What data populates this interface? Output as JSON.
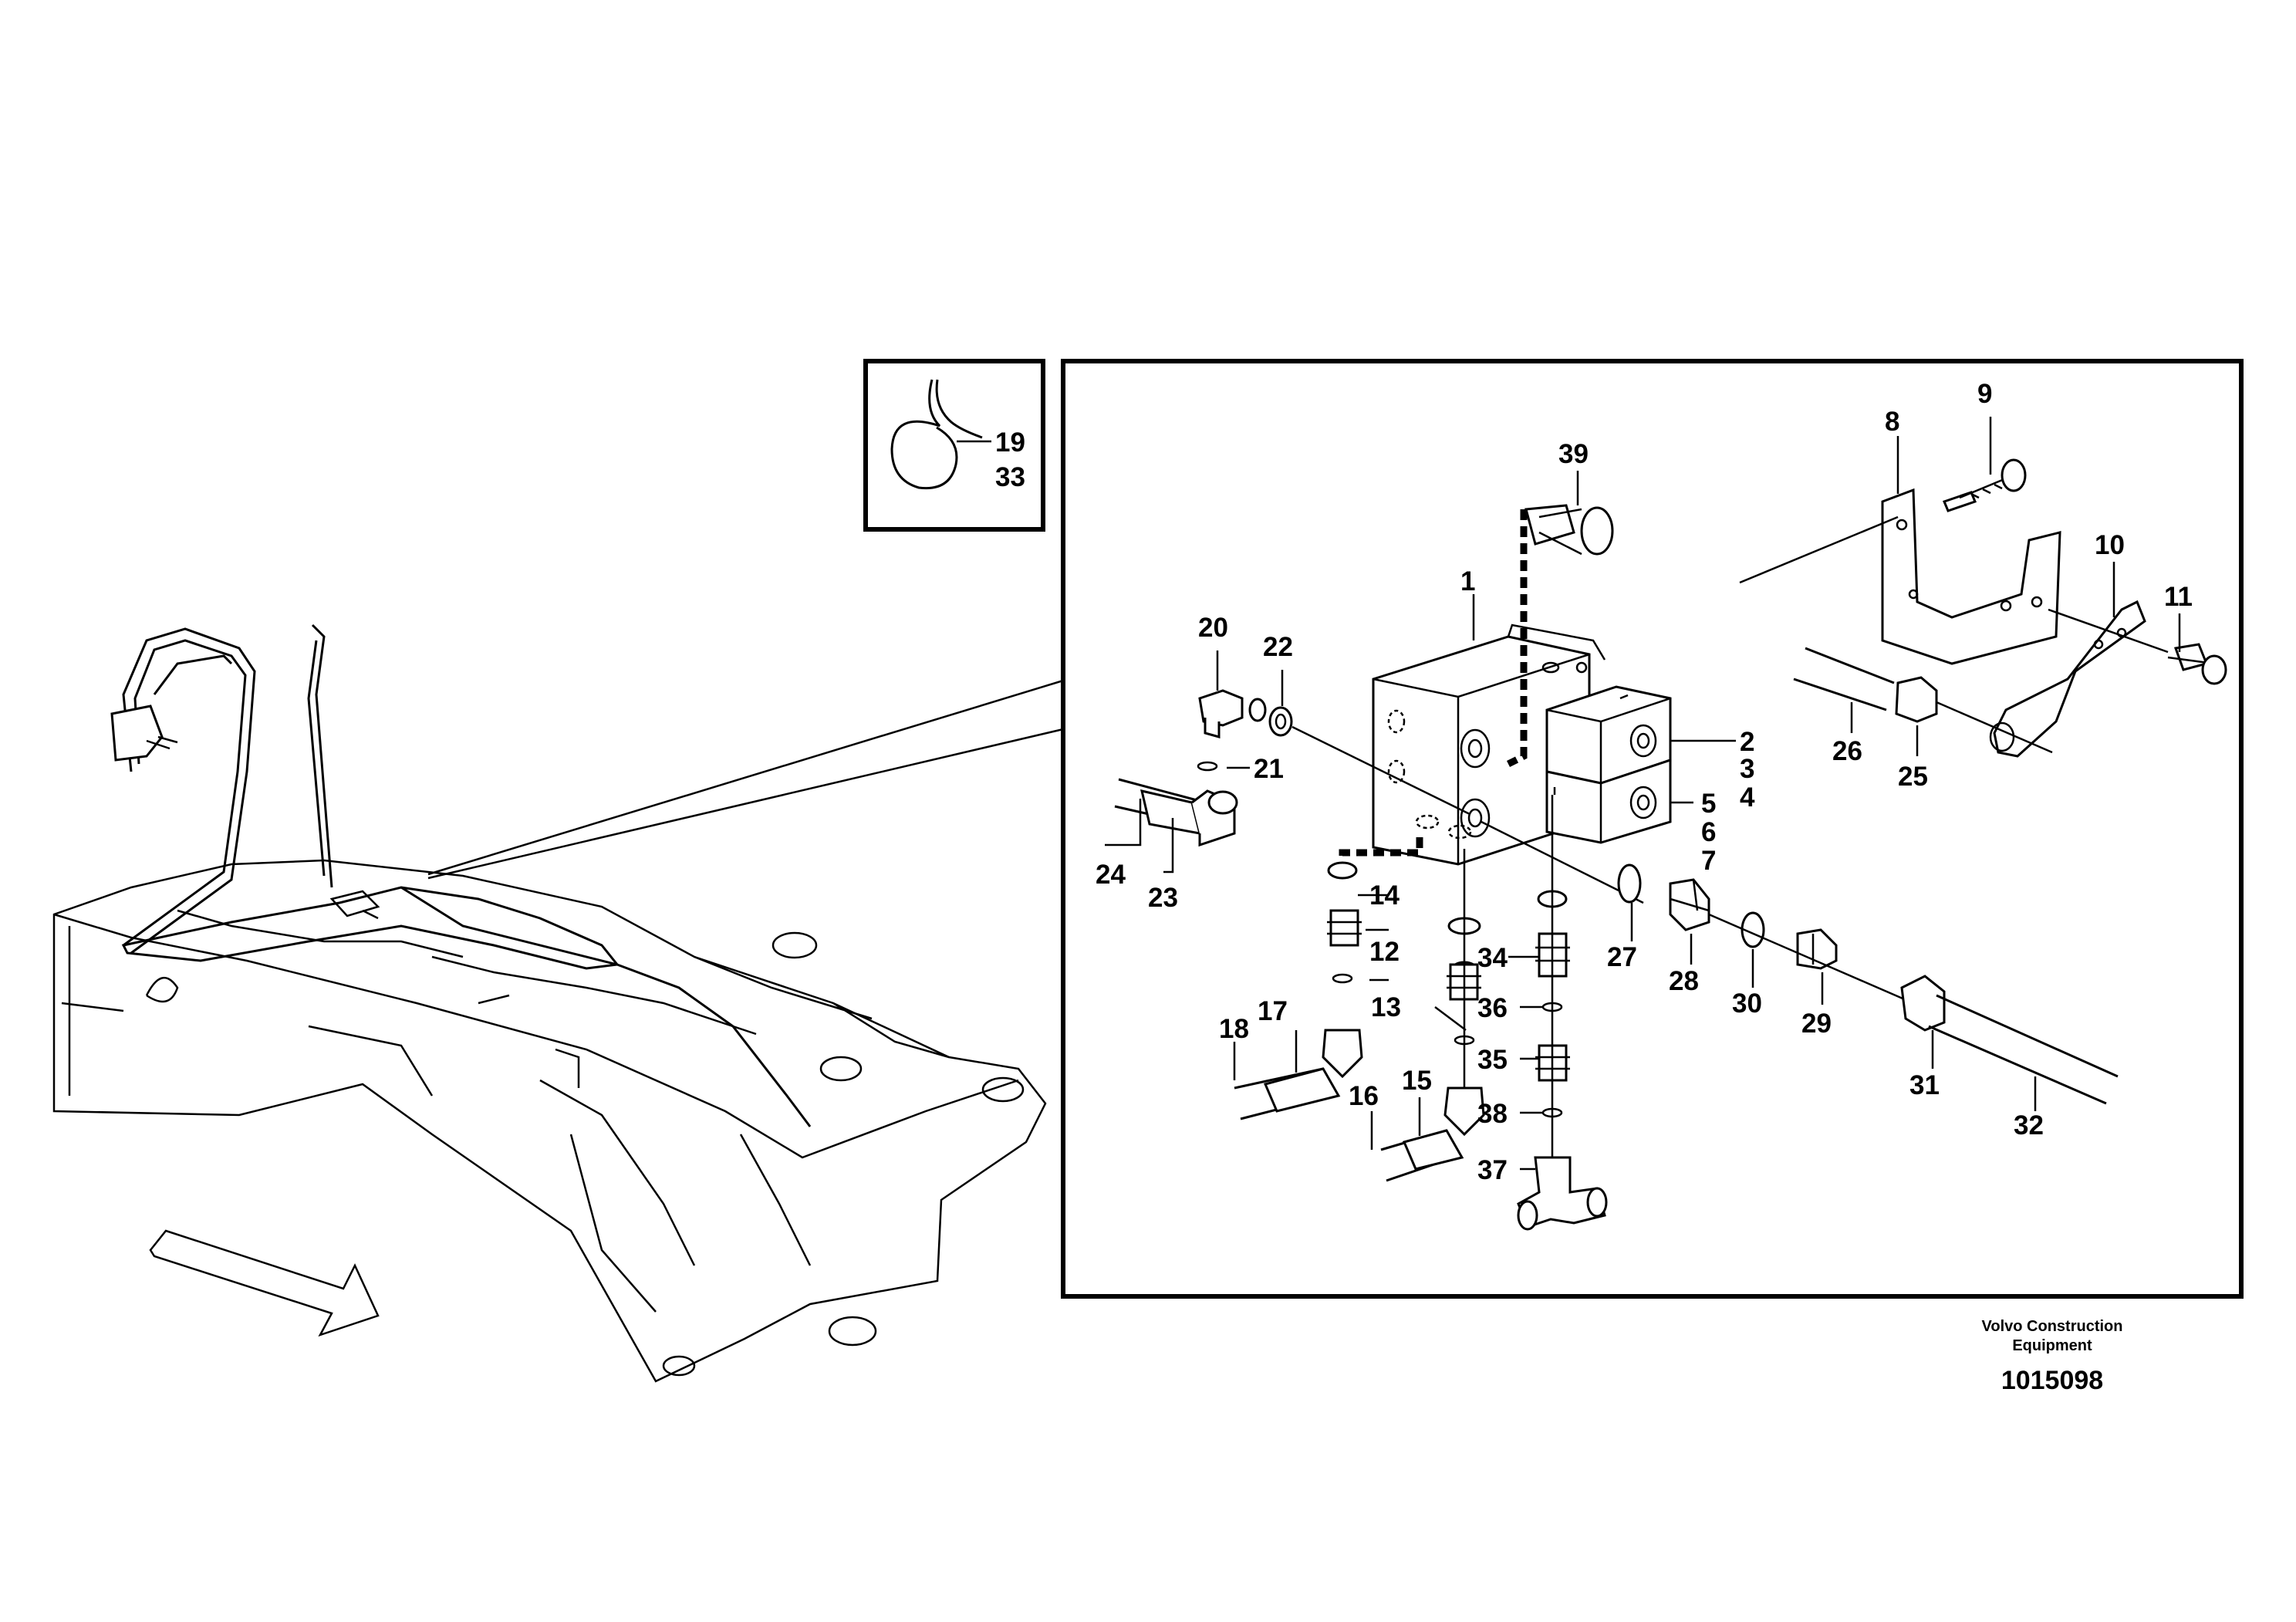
{
  "diagram": {
    "inset_labels": [
      "19",
      "33"
    ],
    "detail_labels": [
      "39",
      "1",
      "20",
      "22",
      "21",
      "24",
      "23",
      "14",
      "12",
      "13",
      "18",
      "17",
      "16",
      "15",
      "34",
      "36",
      "35",
      "38",
      "37",
      "2",
      "3",
      "4",
      "5",
      "6",
      "7",
      "27",
      "28",
      "30",
      "29",
      "31",
      "32",
      "8",
      "9",
      "10",
      "11",
      "26",
      "25"
    ]
  },
  "footer": {
    "company_line1": "Volvo Construction",
    "company_line2": "Equipment",
    "drawing_number": "1015098"
  }
}
